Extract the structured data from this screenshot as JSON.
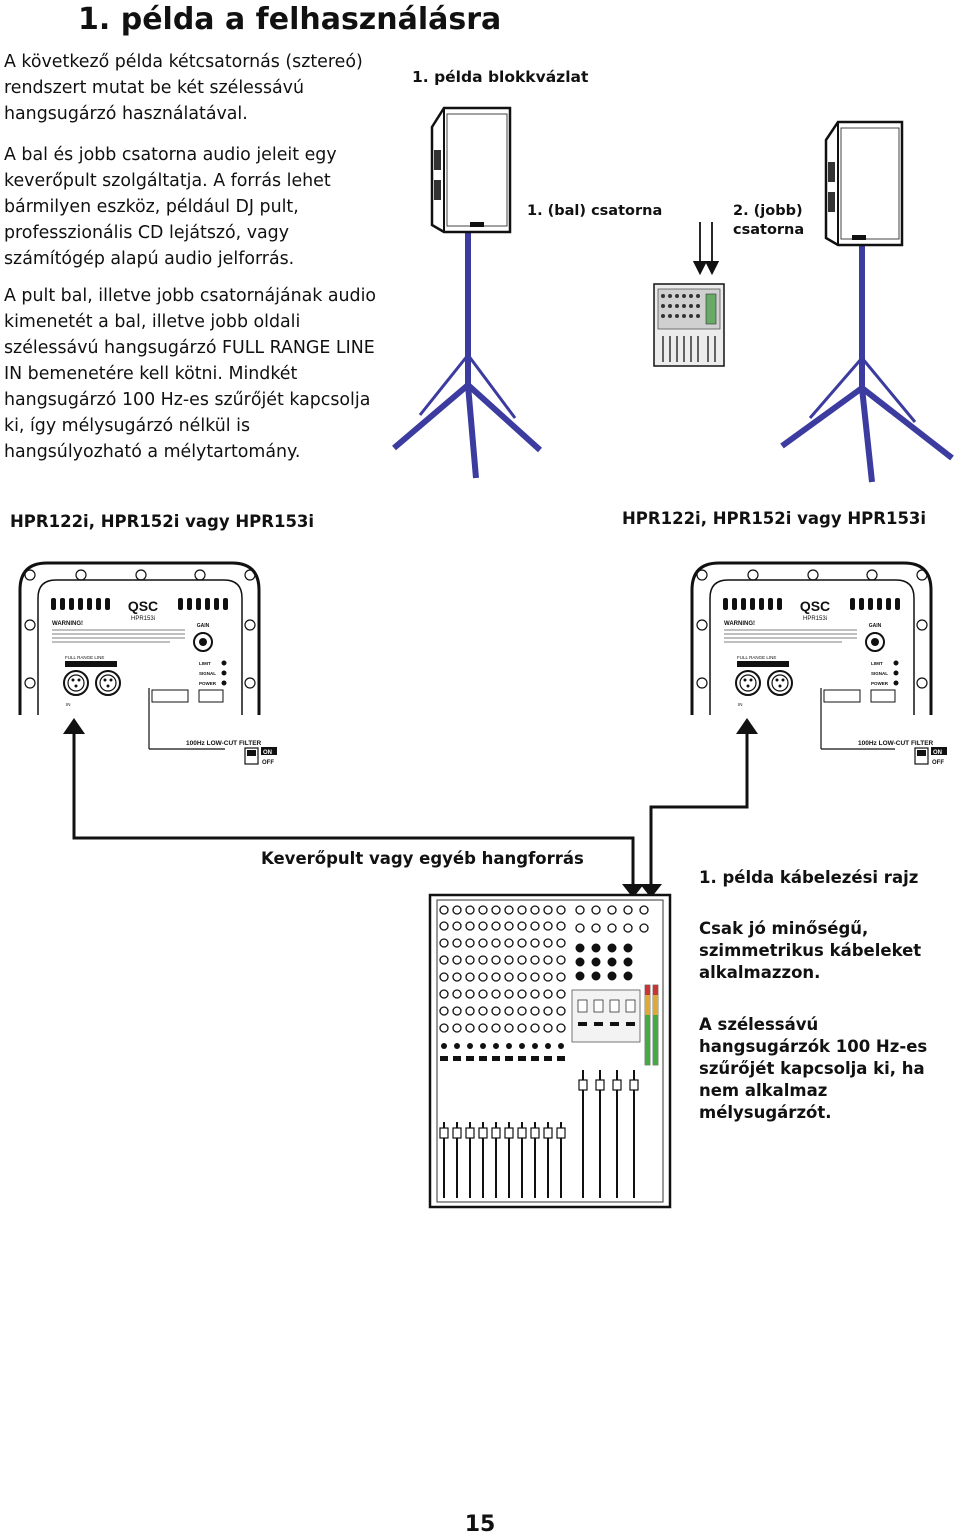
{
  "page": {
    "title": "1. példa a felhasználásra",
    "intro": "A következő példa kétcsatornás (sztereó) rendszert mutat be két szélessávú hangsugárzó használatával.",
    "para2": "A bal és jobb csatorna audio jeleit egy keverőpult szolgáltatja. A forrás lehet bármilyen eszköz, például DJ pult, professzionális CD lejátszó, vagy számítógép alapú audio jelforrás.",
    "para3": "A pult bal, illetve jobb csatornájának audio kimenetét a bal, illetve jobb oldali szélessávú hangsugárzó FULL RANGE LINE IN bemenetére kell kötni. Mindkét hangsugárzó 100 Hz-es szűrőjét kapcsolja ki, így mélysugárzó nélkül is hangsúlyozható a mélytartomány.",
    "page_number": "15"
  },
  "block_diagram": {
    "title": "1. példa blokkvázlat",
    "left_channel": "1. (bal) csatorna",
    "right_channel_line1": "2. (jobb)",
    "right_channel_line2": "csatorna"
  },
  "wiring": {
    "left_model": "HPR122i, HPR152i vagy HPR153i",
    "right_model": "HPR122i, HPR152i vagy HPR153i",
    "mixer_label": "Keverőpult vagy egyéb hangforrás",
    "title": "1. példa kábelezési rajz",
    "note1": "Csak jó minőségű, szimmetrikus kábeleket alkalmazzon.",
    "note2": "A szélessávú hangsugárzók 100 Hz-es szűrőjét kapcsolja ki, ha nem alkalmaz mélysugárzót.",
    "panel_brand": "QSC",
    "panel_model": "HPR153i",
    "panel_warning": "WARNING!",
    "panel_gain": "GAIN",
    "panel_full_range_line": "FULL RANGE LINE",
    "panel_in": "IN",
    "panel_limit": "LIMIT",
    "panel_signal": "SIGNAL",
    "panel_power": "POWER",
    "panel_filter": "100Hz LOW-CUT FILTER",
    "panel_on": "ON",
    "panel_off": "OFF"
  }
}
